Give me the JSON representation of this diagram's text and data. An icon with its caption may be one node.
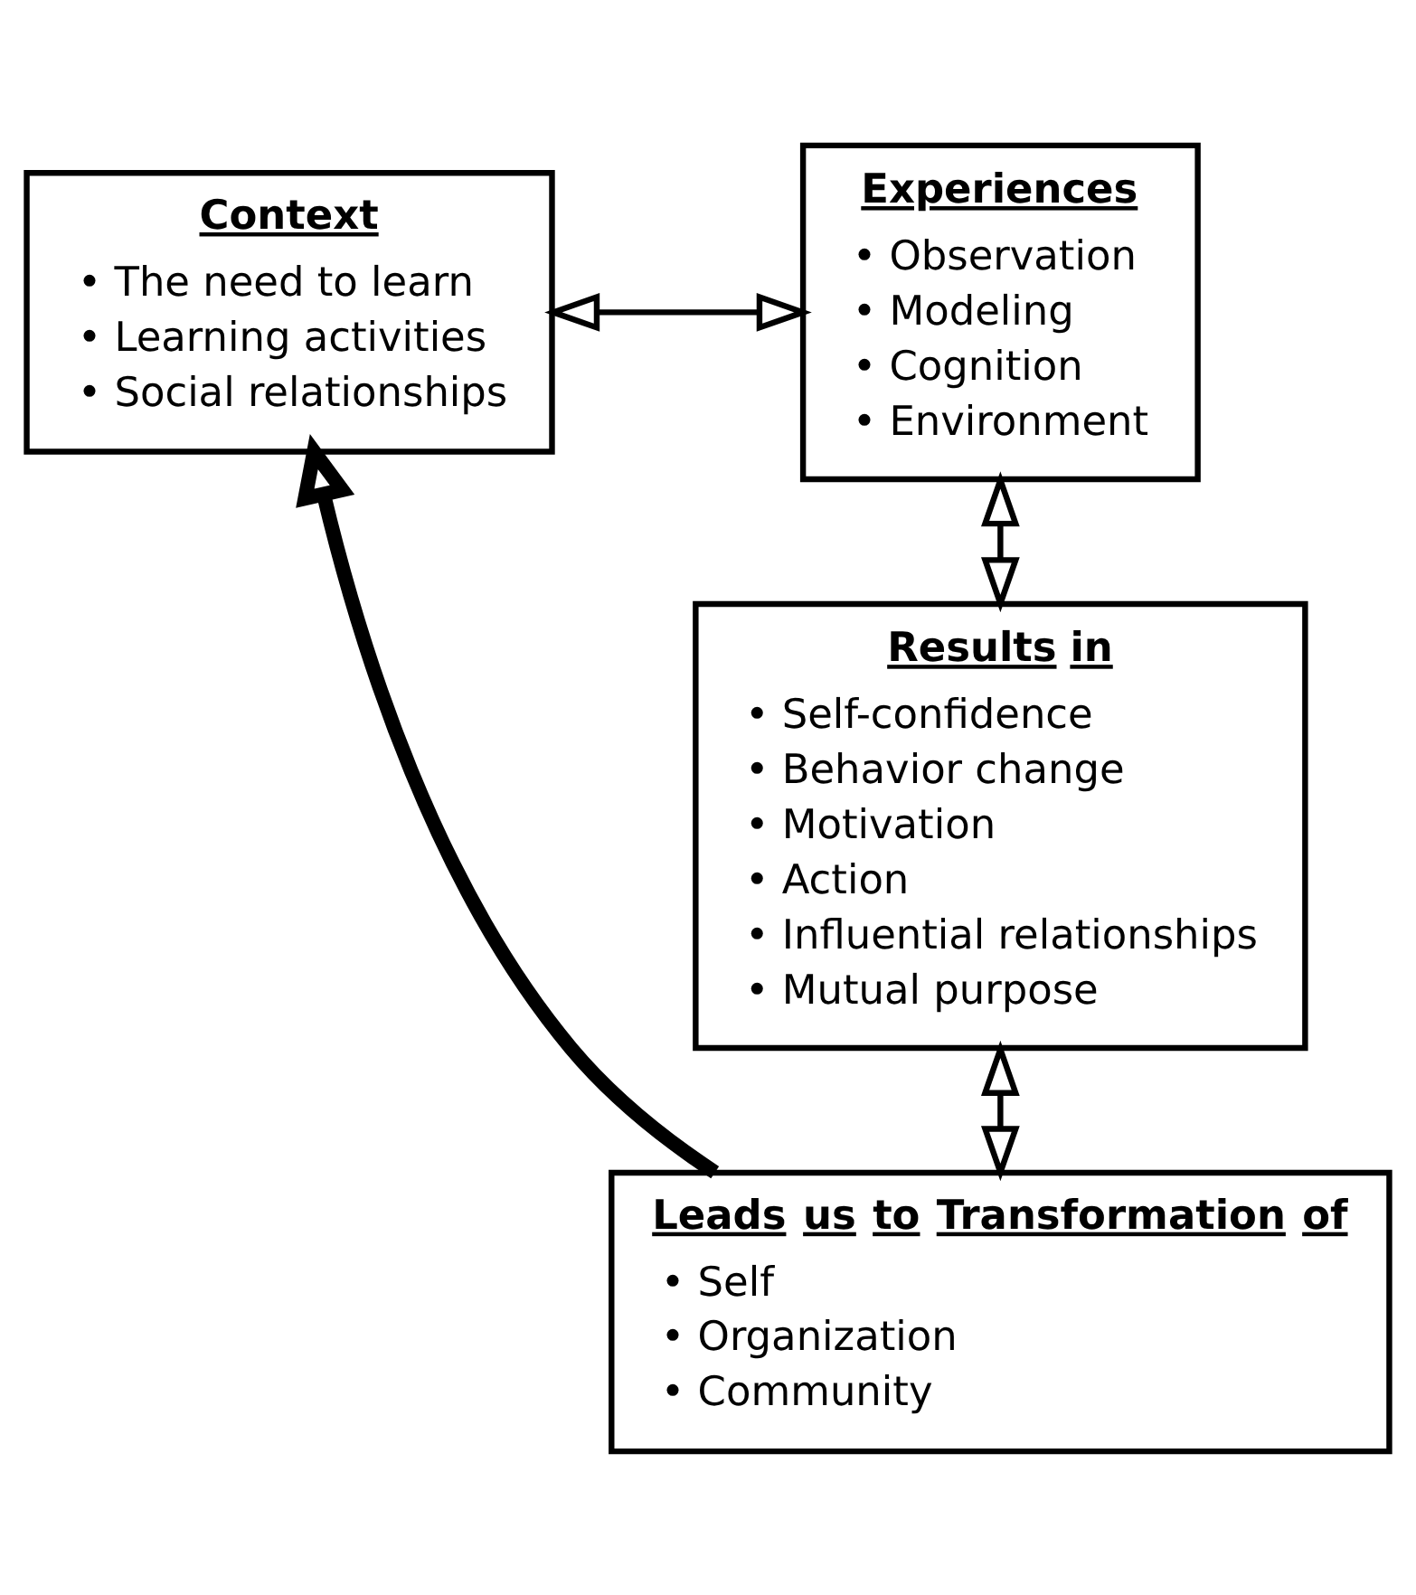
{
  "diagram": {
    "nodes": [
      {
        "text": [
          "Context",
          "• The need to learn",
          "• Learning activities",
          "• Social relationships"
        ]
      },
      {
        "text": [
          "Experiences",
          "• Observation",
          "• Modeling",
          "• Cognition",
          "• Environment"
        ]
      },
      {
        "text": [
          "Results in",
          "• Self-confidence",
          "• Behavior change",
          "• Motivation",
          "• Action",
          "• Influential relationships",
          "• Mutual purpose"
        ]
      },
      {
        "text": [
          "Leads us to Transformation of",
          "• Self",
          "• Organization",
          "• Community"
        ]
      }
    ],
    "edges": [
      {
        "from": 0,
        "to": 1,
        "arrow": "both"
      },
      {
        "from": 1,
        "to": 2,
        "arrow": "both"
      },
      {
        "from": 2,
        "to": 3,
        "arrow": "both"
      },
      {
        "from": 3,
        "to": 0,
        "arrow": "to",
        "style": "thick"
      }
    ]
  }
}
